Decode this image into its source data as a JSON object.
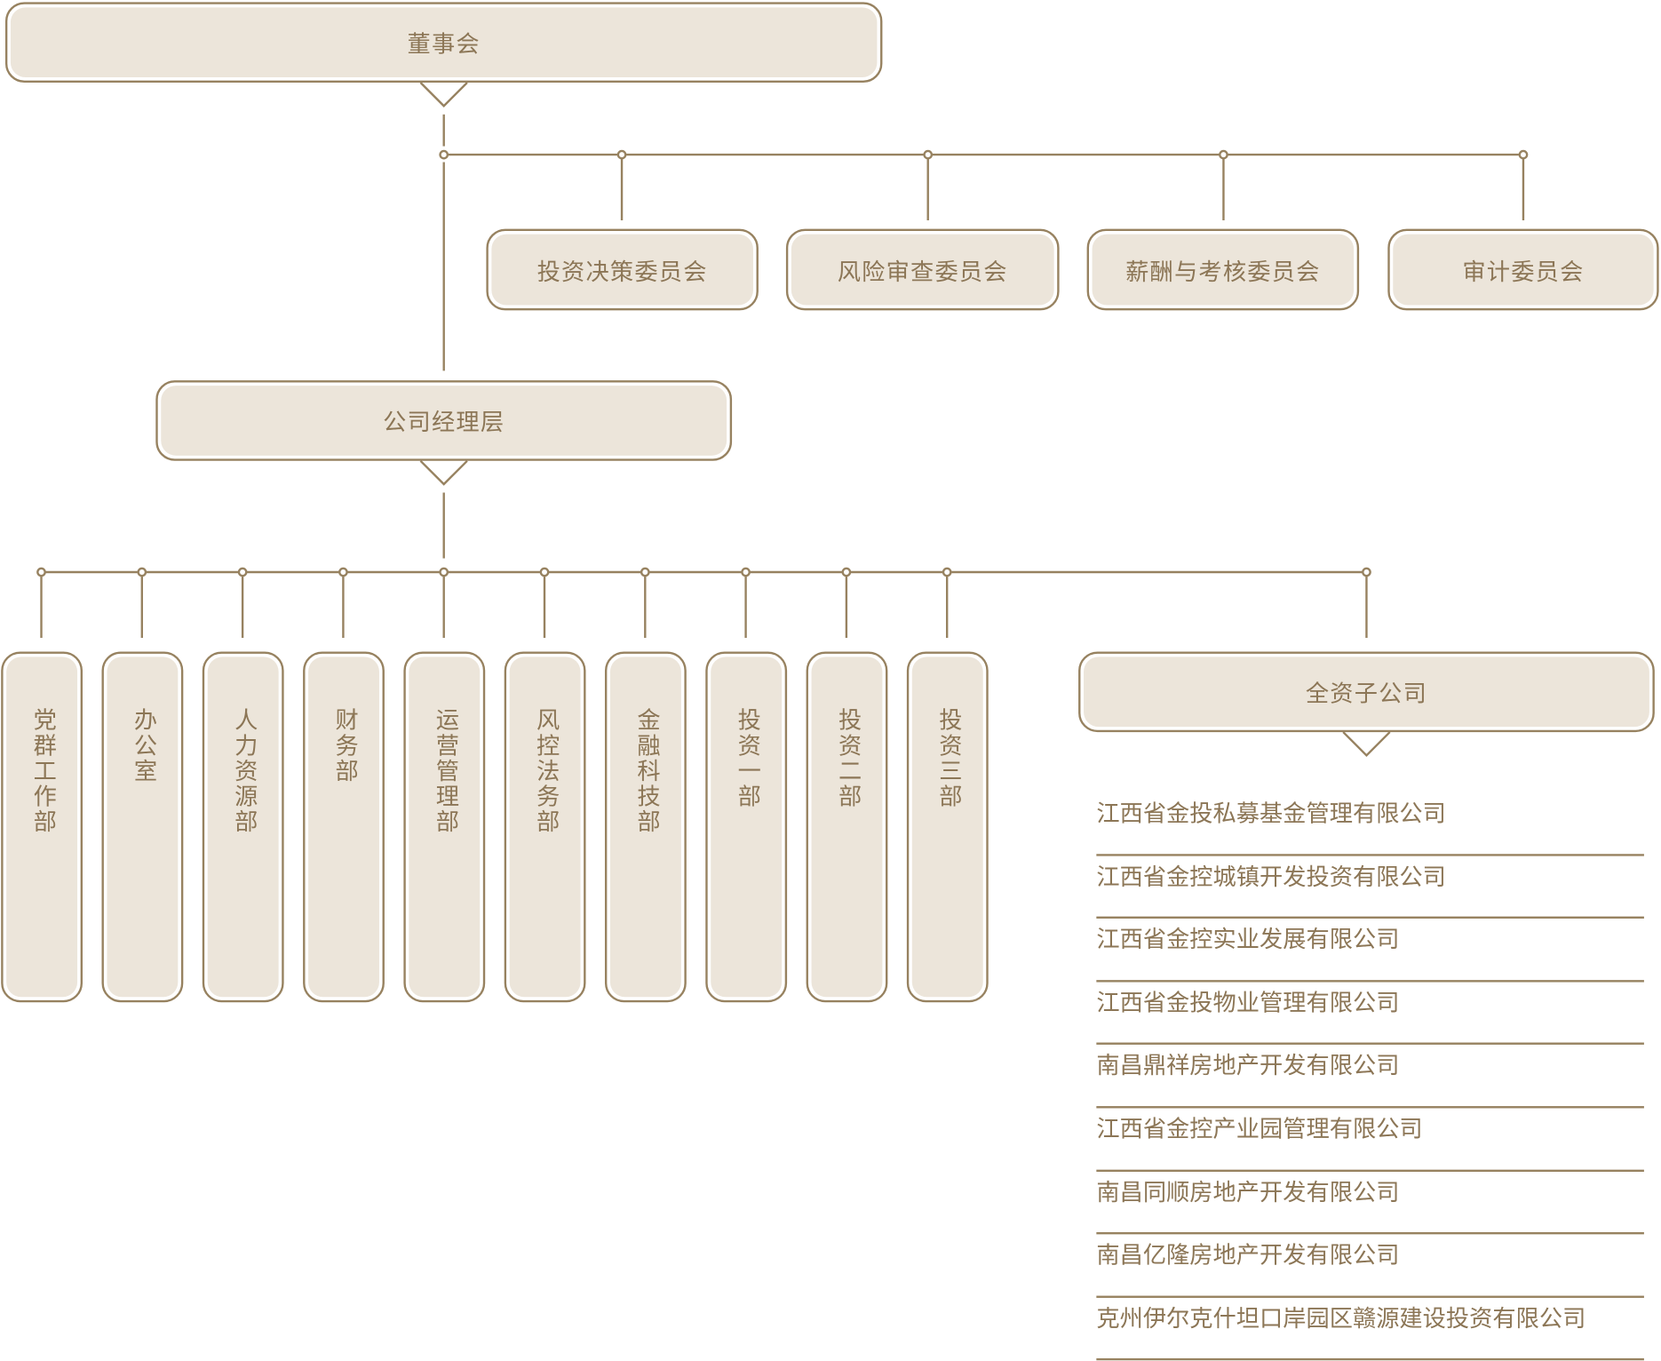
{
  "board": "董事会",
  "committees": [
    "投资决策委员会",
    "风险审查委员会",
    "薪酬与考核委员会",
    "审计委员会"
  ],
  "management": "公司经理层",
  "departments": [
    "党群工作部",
    "办公室",
    "人力资源部",
    "财务部",
    "运营管理部",
    "风控法务部",
    "金融科技部",
    "投资一部",
    "投资二部",
    "投资三部"
  ],
  "subsidiaries_title": "全资子公司",
  "subsidiaries": [
    "江西省金投私募基金管理有限公司",
    "江西省金控城镇开发投资有限公司",
    "江西省金控实业发展有限公司",
    "江西省金投物业管理有限公司",
    "南昌鼎祥房地产开发有限公司",
    "江西省金控产业园管理有限公司",
    "南昌同顺房地产开发有限公司",
    "南昌亿隆房地产开发有限公司",
    "克州伊尔克什坦口岸园区赣源建设投资有限公司"
  ],
  "colors": {
    "line": "#978260",
    "fill": "#ece5da",
    "text": "#8c7656"
  }
}
